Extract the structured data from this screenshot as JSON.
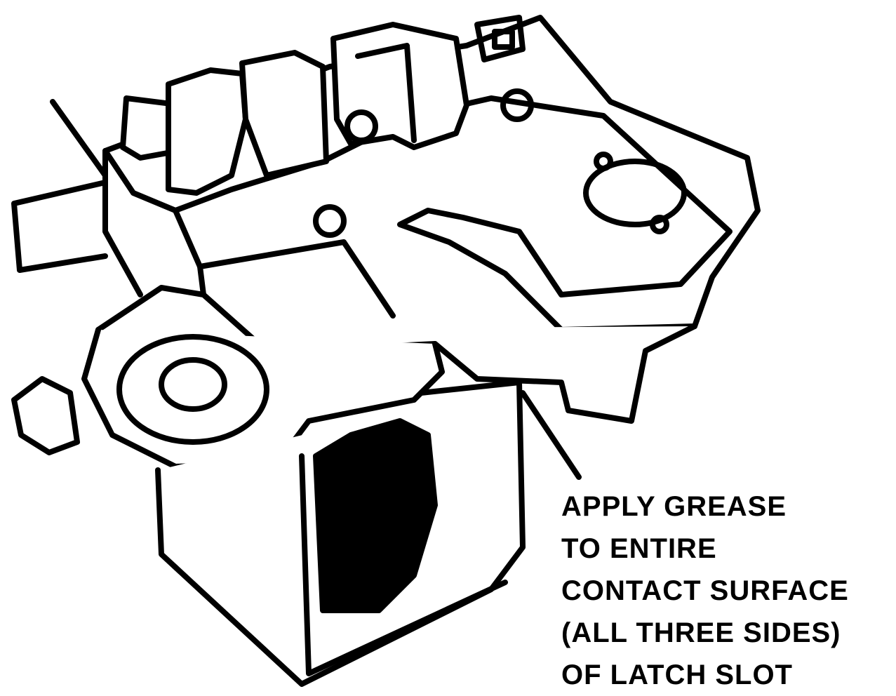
{
  "figure": {
    "subject": "solenoid-latch-assembly",
    "callout": {
      "lines": [
        "APPLY GREASE",
        "TO ENTIRE",
        "CONTACT SURFACE",
        "(ALL THREE SIDES)",
        "OF LATCH SLOT"
      ]
    }
  }
}
